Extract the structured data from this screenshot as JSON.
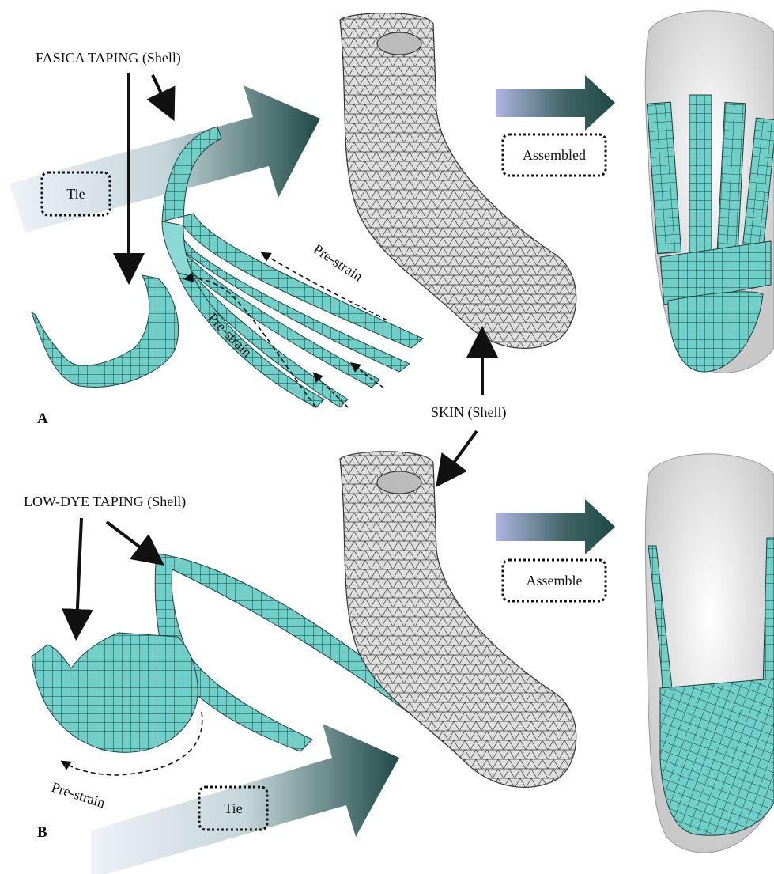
{
  "labels": {
    "fascia_taping": "FASICA TAPING (Shell)",
    "low_dye_taping": "LOW-DYE TAPING (Shell)",
    "skin": "SKIN (Shell)",
    "tie_top": "Tie",
    "tie_bottom": "Tie",
    "assembled": "Assembled",
    "assemble": "Assemble",
    "prestrain_1": "Pre-strain",
    "prestrain_2": "Pre-strain",
    "prestrain_3": "Pre-strain",
    "panel_a": "A",
    "panel_b": "B"
  },
  "colors": {
    "tape": "#6fcfc9",
    "tape_light": "#aef2ee",
    "mesh_line": "#1f3f3d",
    "arrow_dark": "#1e4a48",
    "arrow_light": "#eef1f8",
    "arrow_blue": "#aeb6e2",
    "skin": "#dcdcdc",
    "skin_mesh": "#444444",
    "foot_white": "#f0f0f0"
  }
}
